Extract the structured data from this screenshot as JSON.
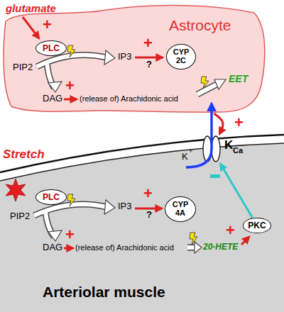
{
  "diagram": {
    "nodes": [
      {
        "text": [
          "Astrocyte"
        ]
      },
      {
        "text": [
          "PLC"
        ],
        "in": 0
      },
      {
        "text": [
          "CYP 2C"
        ],
        "in": 0
      },
      {
        "text": [
          "Arteriolar muscle"
        ]
      },
      {
        "text": [
          "PLC"
        ],
        "in": 3
      },
      {
        "text": [
          "CYP 4A"
        ],
        "in": 3
      },
      {
        "text": [
          "K",
          "Ca"
        ],
        "in": 3
      },
      {
        "text": [
          "PKC"
        ],
        "in": 3
      }
    ],
    "edges": [
      {
        "from": 0,
        "to": 6,
        "arrow": "to"
      },
      {
        "from": 7,
        "to": 6,
        "arrow": "to"
      }
    ],
    "labels": [
      "glutamate",
      "+",
      "PIP2",
      "IP3",
      "+",
      "?",
      "DAG",
      "+",
      "(release of) Arachidonic acid",
      "EET",
      "+",
      "Stretch",
      "PIP2",
      "IP3",
      "+",
      "?",
      "DAG",
      "+",
      "(release of) Arachidonic acid",
      "20-HETE",
      "+",
      "K",
      "+"
    ]
  }
}
